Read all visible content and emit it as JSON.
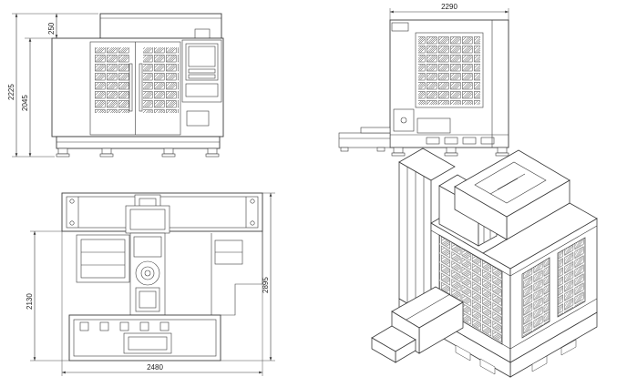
{
  "colors": {
    "line": "#3a3a3a",
    "background": "#ffffff"
  },
  "views": {
    "front": {
      "dim_total_height": "2225",
      "dim_body_height": "2045",
      "dim_roof": "250"
    },
    "side": {
      "dim_width": "2290"
    },
    "plan": {
      "dim_left": "2130",
      "dim_right": "2895",
      "dim_bottom": "2480"
    }
  }
}
